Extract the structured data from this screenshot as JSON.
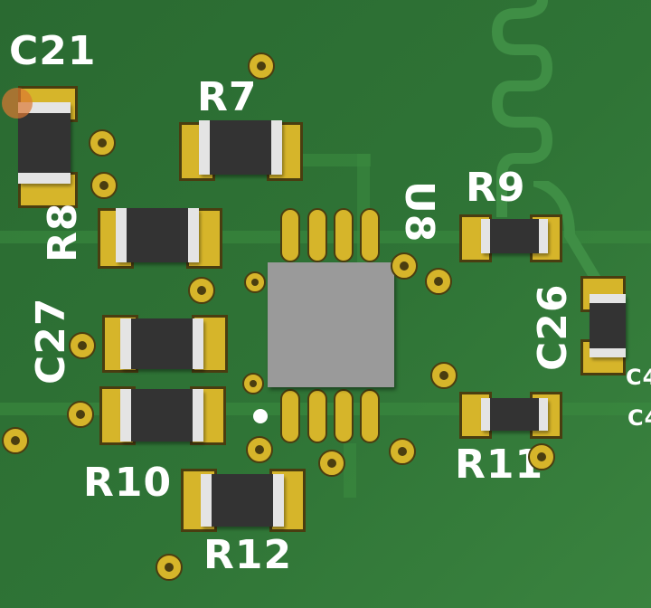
{
  "view": "pcb-3d-render",
  "colors": {
    "soldermask": "#2e6f34",
    "pad": "#d6b52a",
    "trace": "#3a8a40",
    "ic_body": "#9a9a9a",
    "component_body": "#333333",
    "silkscreen": "#ffffff"
  },
  "designators": {
    "c21": "C21",
    "r7": "R7",
    "r8": "R8",
    "u8": "U8",
    "r9": "R9",
    "c26": "C26",
    "c27": "C27",
    "r10": "R10",
    "r11": "R11",
    "r12": "R12",
    "c4a": "C4",
    "c4b": "C4"
  }
}
